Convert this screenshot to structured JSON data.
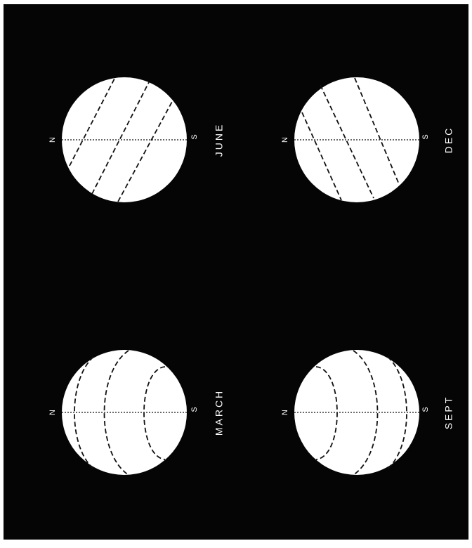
{
  "colors": {
    "background": "#050505",
    "paper_border": "#ffffff",
    "disk": "#ffffff",
    "lines": "#111111"
  },
  "diagram": {
    "panels": [
      {
        "id": "june",
        "label": "JUNE",
        "pole_left": "N",
        "pole_right": "S",
        "band_style": "tilted-right"
      },
      {
        "id": "dec",
        "label": "DEC",
        "pole_left": "N",
        "pole_right": "S",
        "band_style": "tilted-left"
      },
      {
        "id": "march",
        "label": "MARCH",
        "pole_left": "N",
        "pole_right": "S",
        "band_style": "arcs-open-left"
      },
      {
        "id": "sept",
        "label": "SEPT",
        "pole_left": "N",
        "pole_right": "S",
        "band_style": "arcs-open-right"
      }
    ]
  }
}
